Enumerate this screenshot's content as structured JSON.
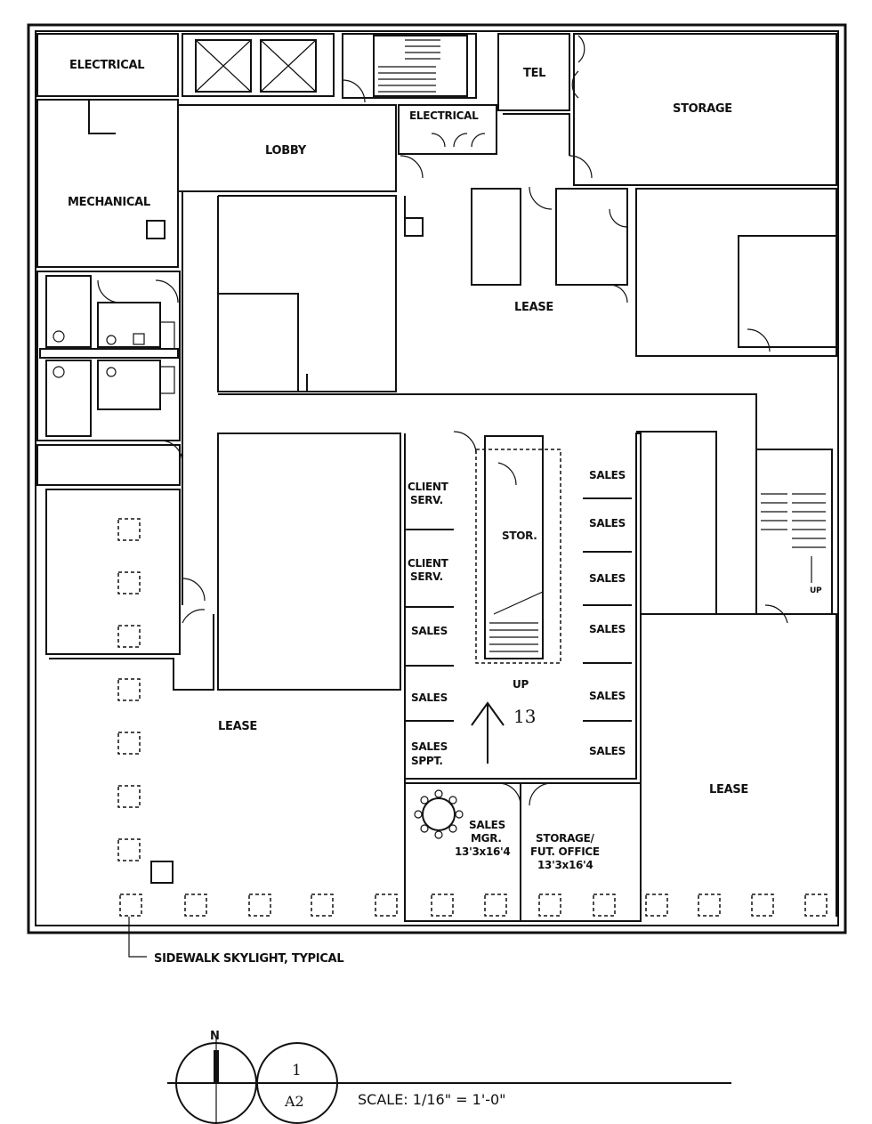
{
  "rooms": {
    "electrical_1": "ELECTRICAL",
    "electrical_2": "ELECTRICAL",
    "tel": "TEL",
    "storage": "STORAGE",
    "lobby": "LOBBY",
    "mechanical": "MECHANICAL",
    "lease_north": "LEASE",
    "lease_southwest": "LEASE",
    "lease_southeast": "LEASE",
    "client_serv_1": [
      "CLIENT",
      "SERV."
    ],
    "client_serv_2": [
      "CLIENT",
      "SERV."
    ],
    "sales_west_1": "SALES",
    "sales_west_2": "SALES",
    "sales_sppt": [
      "SALES",
      "SPPT."
    ],
    "stor": "STOR.",
    "sales_east": [
      "SALES",
      "SALES",
      "SALES",
      "SALES",
      "SALES",
      "SALES"
    ],
    "sales_mgr": [
      "SALES",
      "MGR.",
      "13'3x16'4"
    ],
    "storage_fut_office": [
      "STORAGE/",
      "FUT. OFFICE",
      "13'3x16'4"
    ]
  },
  "stairs": {
    "up_center": "UP",
    "up_east": "UP"
  },
  "annotations": {
    "entry_number": "13",
    "skylight_note": "SIDEWALK SKYLIGHT, TYPICAL"
  },
  "title_block": {
    "north_label": "N",
    "drawing_number": "1",
    "sheet": "A2",
    "scale": "SCALE: 1/16\" = 1'-0\""
  }
}
